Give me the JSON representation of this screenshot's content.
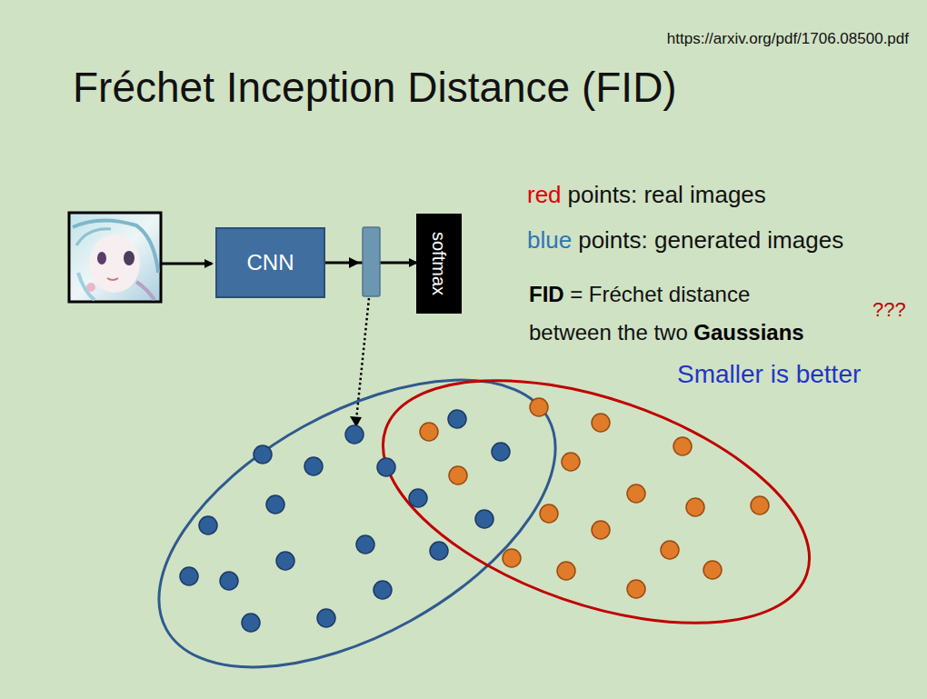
{
  "diagram": {
    "title": "Fréchet Inception Distance (FID)",
    "nodes": [
      {
        "text": [
          "CNN"
        ]
      },
      {
        "text": [
          "softmax"
        ]
      }
    ],
    "edges": [
      {
        "from": 0,
        "to": 1,
        "arrow": "to"
      }
    ],
    "labels": [
      "https://arxiv.org/pdf/1706.08500.pdf",
      "red",
      "points: real images",
      "blue",
      "points: generated images",
      "FID",
      "= Fréchet distance",
      "between the two",
      "Gaussians",
      "???",
      "Smaller is better"
    ]
  }
}
